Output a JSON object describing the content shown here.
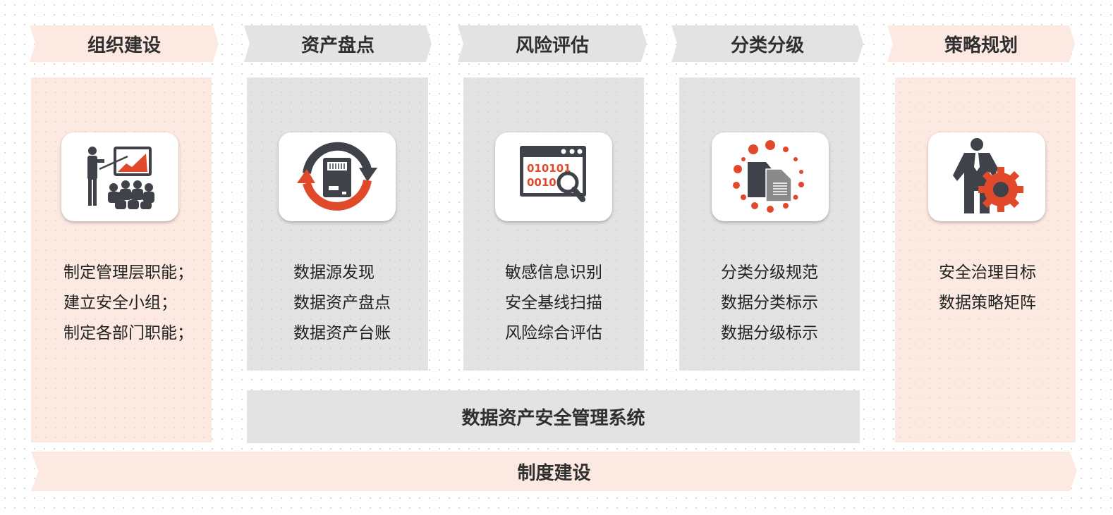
{
  "colors": {
    "accent": "#e04a2b",
    "dark": "#3f4249",
    "pink_panel": "#fce9e1",
    "gray_panel": "#e3e3e3"
  },
  "columns": [
    {
      "title": "组织建设",
      "icon": "presentation-icon",
      "items": [
        "制定管理层职能；",
        "建立安全小组；",
        "制定各部门职能；"
      ]
    },
    {
      "title": "资产盘点",
      "icon": "asset-cycle-icon",
      "items": [
        "数据源发现",
        "数据资产盘点",
        "数据资产台账"
      ]
    },
    {
      "title": "风险评估",
      "icon": "binary-scan-icon",
      "items": [
        "敏感信息识别",
        "安全基线扫描",
        "风险综合评估"
      ]
    },
    {
      "title": "分类分级",
      "icon": "document-classify-icon",
      "items": [
        "分类分级规范",
        "数据分类标示",
        "数据分级标示"
      ]
    },
    {
      "title": "策略规划",
      "icon": "strategy-gear-icon",
      "items": [
        "安全治理目标",
        "数据策略矩阵"
      ]
    }
  ],
  "icon_text": {
    "binary_line1": "010101",
    "binary_line2": "001010"
  },
  "system_bar": "数据资产安全管理系统",
  "base_bar": "制度建设"
}
